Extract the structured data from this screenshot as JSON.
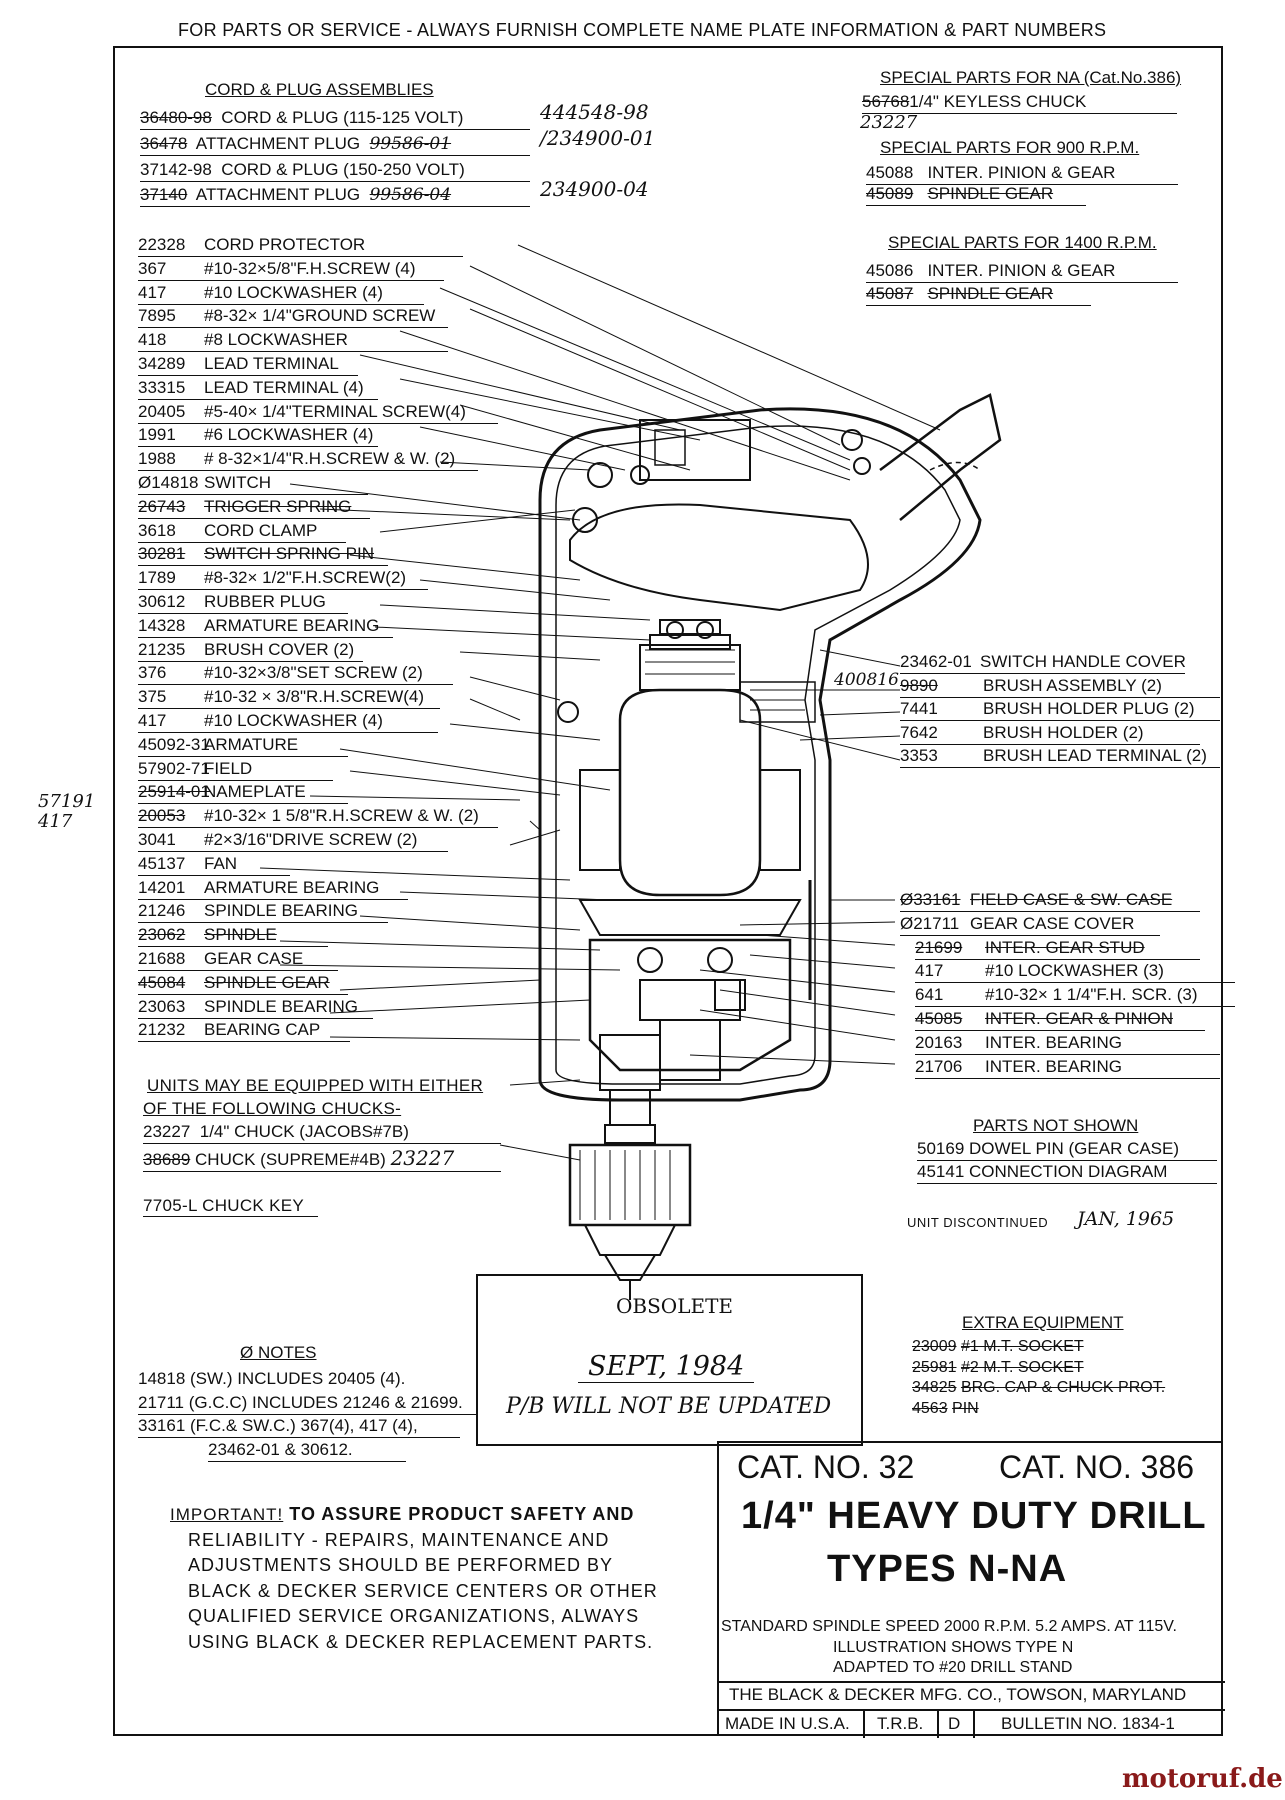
{
  "header": "FOR PARTS OR SERVICE - ALWAYS FURNISH COMPLETE NAME PLATE INFORMATION & PART NUMBERS",
  "cord_section": {
    "title": "CORD & PLUG ASSEMBLIES",
    "rows": [
      {
        "num": "36480-98",
        "desc": "CORD & PLUG (115-125 VOLT)",
        "hand": "444548-98"
      },
      {
        "num": "36478",
        "desc": "ATTACHMENT PLUG",
        "old": "99586-01",
        "hand": "/234900-01"
      },
      {
        "num": "37142-98",
        "desc": "CORD & PLUG (150-250 VOLT)",
        "hand": ""
      },
      {
        "num": "37140",
        "desc": "ATTACHMENT PLUG",
        "old": "99586-04",
        "hand": "234900-04"
      }
    ]
  },
  "left_parts": [
    {
      "num": "22328",
      "desc": "CORD PROTECTOR"
    },
    {
      "num": "367",
      "desc": "#10-32×5/8\"F.H.SCREW (4)"
    },
    {
      "num": "417",
      "desc": "#10 LOCKWASHER (4)"
    },
    {
      "num": "7895",
      "desc": "#8-32× 1/4\"GROUND SCREW"
    },
    {
      "num": "418",
      "desc": "#8 LOCKWASHER"
    },
    {
      "num": "34289",
      "desc": "LEAD TERMINAL"
    },
    {
      "num": "33315",
      "desc": "LEAD TERMINAL (4)"
    },
    {
      "num": "20405",
      "desc": "#5-40× 1/4\"TERMINAL SCREW(4)"
    },
    {
      "num": "1991",
      "desc": "#6 LOCKWASHER (4)"
    },
    {
      "num": "1988",
      "desc": "# 8-32×1/4\"R.H.SCREW & W. (2)"
    },
    {
      "num": "Ø14818",
      "desc": "SWITCH"
    },
    {
      "num": "26743",
      "desc": "TRIGGER SPRING"
    },
    {
      "num": "3618",
      "desc": "CORD CLAMP"
    },
    {
      "num": "30281",
      "desc": "SWITCH SPRING PIN"
    },
    {
      "num": "1789",
      "desc": "#8-32× 1/2\"F.H.SCREW(2)"
    },
    {
      "num": "30612",
      "desc": "RUBBER PLUG"
    },
    {
      "num": "14328",
      "desc": "ARMATURE BEARING"
    },
    {
      "num": "21235",
      "desc": "BRUSH COVER (2)"
    },
    {
      "num": "376",
      "desc": "#10-32×3/8\"SET SCREW (2)"
    },
    {
      "num": "375",
      "desc": "#10-32 × 3/8\"R.H.SCREW(4)"
    },
    {
      "num": "417",
      "desc": "#10 LOCKWASHER (4)"
    },
    {
      "num": "45092-31",
      "desc": "ARMATURE"
    },
    {
      "num": "57902-71",
      "desc": "FIELD"
    },
    {
      "num": "25914-01",
      "desc": "NAMEPLATE"
    },
    {
      "num": "20053",
      "desc": "#10-32× 1 5/8\"R.H.SCREW & W. (2)"
    },
    {
      "num": "3041",
      "desc": "#2×3/16\"DRIVE SCREW (2)"
    },
    {
      "num": "45137",
      "desc": "FAN"
    },
    {
      "num": "14201",
      "desc": "ARMATURE BEARING"
    },
    {
      "num": "21246",
      "desc": "SPINDLE BEARING"
    },
    {
      "num": "23062",
      "desc": "SPINDLE"
    },
    {
      "num": "21688",
      "desc": "GEAR CASE"
    },
    {
      "num": "45084",
      "desc": "SPINDLE GEAR"
    },
    {
      "num": "23063",
      "desc": "SPINDLE BEARING"
    },
    {
      "num": "21232",
      "desc": "BEARING CAP"
    }
  ],
  "side_hand_note": "57191 417",
  "chuck_section": {
    "title1": "UNITS MAY BE EQUIPPED WITH EITHER",
    "title2": "OF THE FOLLOWING CHUCKS-",
    "rows": [
      {
        "num": "23227",
        "desc": "1/4\" CHUCK (JACOBS#7B)"
      },
      {
        "num": "38689",
        "desc": "CHUCK (SUPREME#4B)",
        "hand": "23227"
      }
    ],
    "key": "7705-L CHUCK KEY"
  },
  "special_na": {
    "title": "SPECIAL PARTS FOR NA (Cat.No.386)",
    "row": {
      "num": "56768",
      "desc": "1/4\" KEYLESS CHUCK"
    },
    "hand": "23227"
  },
  "special_900": {
    "title": "SPECIAL PARTS FOR 900 R.P.M.",
    "rows": [
      {
        "num": "45088",
        "desc": "INTER. PINION & GEAR"
      },
      {
        "num": "45089",
        "desc": "SPINDLE GEAR"
      }
    ]
  },
  "special_1400": {
    "title": "SPECIAL PARTS FOR 1400 R.P.M.",
    "rows": [
      {
        "num": "45086",
        "desc": "INTER. PINION & GEAR"
      },
      {
        "num": "45087",
        "desc": "SPINDLE GEAR"
      }
    ]
  },
  "right_parts_upper": [
    {
      "num": "23462-01",
      "desc": "SWITCH HANDLE COVER"
    },
    {
      "num": "9890",
      "desc": "BRUSH ASSEMBLY (2)",
      "hand": "400816"
    },
    {
      "num": "7441",
      "desc": "BRUSH HOLDER PLUG (2)"
    },
    {
      "num": "7642",
      "desc": "BRUSH HOLDER (2)"
    },
    {
      "num": "3353",
      "desc": "BRUSH LEAD TERMINAL (2)"
    }
  ],
  "right_parts_lower": [
    {
      "num": "Ø33161",
      "desc": "FIELD CASE & SW. CASE"
    },
    {
      "num": "Ø21711",
      "desc": "GEAR CASE COVER"
    },
    {
      "num": "21699",
      "desc": "INTER. GEAR STUD"
    },
    {
      "num": "417",
      "desc": "#10 LOCKWASHER (3)"
    },
    {
      "num": "641",
      "desc": "#10-32× 1 1/4\"F.H. SCR. (3)"
    },
    {
      "num": "45085",
      "desc": "INTER. GEAR & PINION"
    },
    {
      "num": "20163",
      "desc": "INTER. BEARING"
    },
    {
      "num": "21706",
      "desc": "INTER. BEARING"
    }
  ],
  "not_shown": {
    "title": "PARTS NOT SHOWN",
    "rows": [
      {
        "num": "50169",
        "desc": "DOWEL PIN (GEAR CASE)"
      },
      {
        "num": "45141",
        "desc": "CONNECTION DIAGRAM"
      }
    ]
  },
  "discontinued": {
    "label": "UNIT DISCONTINUED",
    "hand": "JAN, 1965"
  },
  "obsolete": {
    "title": "OBSOLETE",
    "date": "SEPT, 1984",
    "note": "P/B WILL NOT BE UPDATED"
  },
  "extra": {
    "title": "EXTRA EQUIPMENT",
    "rows": [
      {
        "num": "23009",
        "desc": "#1 M.T. SOCKET"
      },
      {
        "num": "25981",
        "desc": "#2 M.T. SOCKET"
      },
      {
        "num": "34825",
        "desc": "BRG. CAP & CHUCK PROT."
      },
      {
        "num": "4563",
        "desc": "PIN"
      }
    ]
  },
  "notes": {
    "title": "Ø NOTES",
    "lines": [
      "14818 (SW.) INCLUDES 20405 (4).",
      "21711 (G.C.C) INCLUDES 21246 & 21699.",
      "33161 (F.C.& SW.C.) 367(4), 417 (4),",
      "23462-01 & 30612."
    ]
  },
  "important": {
    "lead": "IMPORTANT!",
    "lines": [
      "TO ASSURE PRODUCT SAFETY AND",
      "RELIABILITY - REPAIRS, MAINTENANCE AND",
      "ADJUSTMENTS SHOULD BE PERFORMED BY",
      "BLACK & DECKER SERVICE CENTERS OR OTHER",
      "QUALIFIED SERVICE ORGANIZATIONS, ALWAYS",
      "USING BLACK & DECKER REPLACEMENT PARTS."
    ]
  },
  "title_block": {
    "cat1": "CAT. NO. 32",
    "cat2": "CAT. NO. 386",
    "product": "1/4\" HEAVY DUTY DRILL",
    "types": "TYPES N-NA",
    "spec": "STANDARD SPINDLE SPEED 2000 R.P.M. 5.2 AMPS. AT 115V.",
    "illus1": "ILLUSTRATION SHOWS TYPE N",
    "illus2": "ADAPTED TO #20 DRILL STAND",
    "company": "THE BLACK & DECKER MFG. CO., TOWSON, MARYLAND",
    "made": "MADE IN U.S.A.",
    "trb": "T.R.B.",
    "rev": "D",
    "bulletin": "BULLETIN NO. 1834-1"
  },
  "watermark": "motoruf.de"
}
